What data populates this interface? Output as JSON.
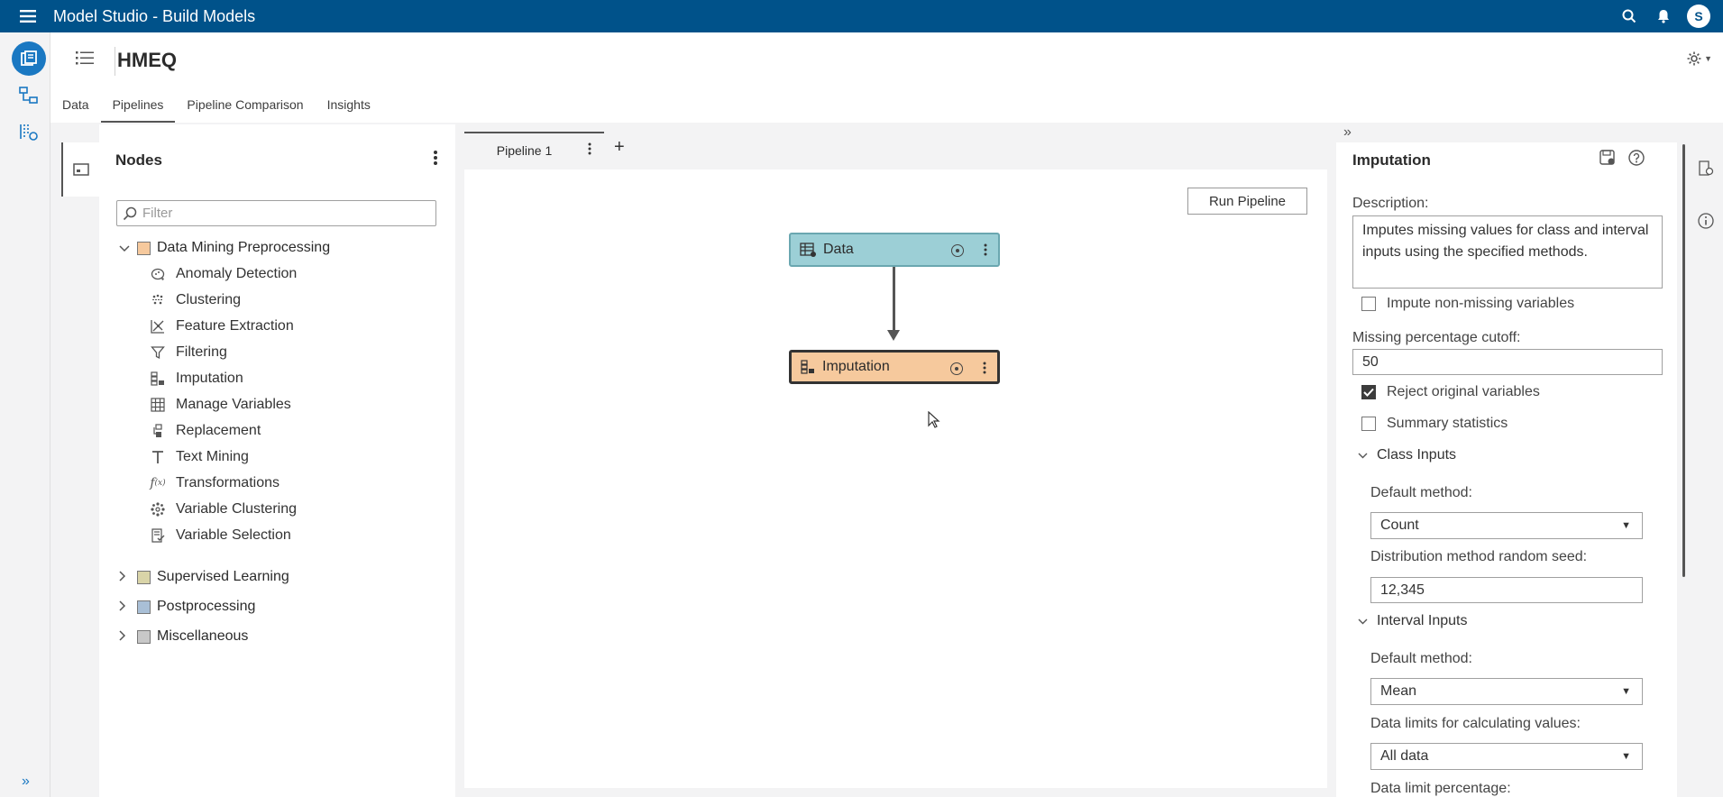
{
  "app": {
    "title": "Model Studio - Build Models",
    "avatar_initial": "S"
  },
  "project": {
    "name": "HMEQ",
    "tabs": [
      "Data",
      "Pipelines",
      "Pipeline Comparison",
      "Insights"
    ],
    "active_tab": "Pipelines"
  },
  "nodes_panel": {
    "title": "Nodes",
    "filter_placeholder": "Filter",
    "groups": [
      {
        "label": "Data Mining Preprocessing",
        "color": "#f6c99d",
        "expanded": true,
        "items": [
          {
            "label": "Anomaly Detection",
            "icon": "anomaly-icon"
          },
          {
            "label": "Clustering",
            "icon": "clustering-icon"
          },
          {
            "label": "Feature Extraction",
            "icon": "feature-extraction-icon"
          },
          {
            "label": "Filtering",
            "icon": "filter-funnel-icon"
          },
          {
            "label": "Imputation",
            "icon": "imputation-icon"
          },
          {
            "label": "Manage Variables",
            "icon": "table-grid-icon"
          },
          {
            "label": "Replacement",
            "icon": "replacement-icon"
          },
          {
            "label": "Text Mining",
            "icon": "text-t-icon"
          },
          {
            "label": "Transformations",
            "icon": "function-icon"
          },
          {
            "label": "Variable Clustering",
            "icon": "variable-clustering-icon"
          },
          {
            "label": "Variable Selection",
            "icon": "variable-selection-icon"
          }
        ]
      },
      {
        "label": "Supervised Learning",
        "color": "#d9d4a8",
        "expanded": false
      },
      {
        "label": "Postprocessing",
        "color": "#a9bfd6",
        "expanded": false
      },
      {
        "label": "Miscellaneous",
        "color": "#c8c8c8",
        "expanded": false
      }
    ]
  },
  "pipeline": {
    "tab_label": "Pipeline 1",
    "run_button": "Run Pipeline",
    "nodes": [
      {
        "label": "Data",
        "color": "#9ccfd6"
      },
      {
        "label": "Imputation",
        "color": "#f6c99d"
      }
    ]
  },
  "properties": {
    "title": "Imputation",
    "description_label": "Description:",
    "description": "Imputes missing values for class and interval inputs using the specified methods.",
    "impute_nonmissing": {
      "label": "Impute non-missing variables",
      "checked": false
    },
    "missing_cutoff_label": "Missing percentage cutoff:",
    "missing_cutoff_value": "50",
    "reject_original": {
      "label": "Reject original variables",
      "checked": true
    },
    "summary_statistics": {
      "label": "Summary statistics",
      "checked": false
    },
    "class_inputs": {
      "label": "Class Inputs",
      "default_method_label": "Default method:",
      "default_method_value": "Count",
      "seed_label": "Distribution method random seed:",
      "seed_value": "12,345"
    },
    "interval_inputs": {
      "label": "Interval Inputs",
      "default_method_label": "Default method:",
      "default_method_value": "Mean",
      "data_limits_label": "Data limits for calculating values:",
      "data_limits_value": "All data",
      "data_limit_pct_label": "Data limit percentage:"
    }
  }
}
